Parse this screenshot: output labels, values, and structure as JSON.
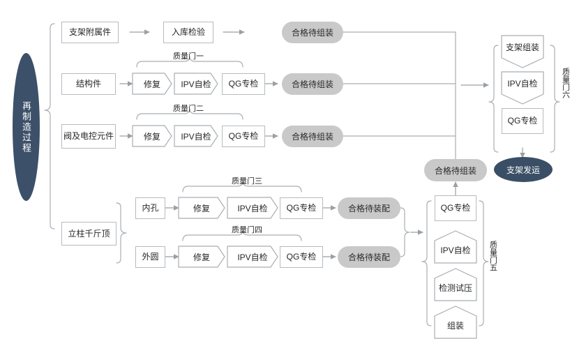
{
  "diagram": {
    "title_node": "再制造过程",
    "ship_node": "支架发运"
  },
  "nodes": {
    "r1_part": "支架附属件",
    "r1_check": "入库检验",
    "r1_pill": "合格待组装",
    "r2_part": "结构件",
    "r2_repair": "修复",
    "r2_ipv": "IPV自检",
    "r2_qg": "QG专检",
    "r2_pill": "合格待组装",
    "r3_part": "阀及电控元件",
    "r3_repair": "修复",
    "r3_ipv": "IPV自检",
    "r3_qg": "QG专检",
    "r3_pill": "合格待组装",
    "r4_part": "立柱千斤顶",
    "r4_inner": "内孔",
    "r4_repair": "修复",
    "r4_ipv": "IPV自检",
    "r4_qg": "QG专检",
    "r4_pill": "合格待装配",
    "r5_outer": "外圆",
    "r5_repair": "修复",
    "r5_ipv": "IPV自检",
    "r5_qg": "QG专检",
    "r5_pill": "合格待装配",
    "mid_pill": "合格待组装",
    "asm_top": "支架组装",
    "asm_ipv": "IPV自检",
    "asm_qg": "QG专检",
    "cyl_qg": "QG专检",
    "cyl_ipv": "IPV自检",
    "cyl_test": "检测试压",
    "cyl_assy": "组装"
  },
  "gates": {
    "gate1": "质量门一",
    "gate2": "质量门二",
    "gate3": "质量门三",
    "gate4": "质量门四",
    "gate5": "质量门五",
    "gate6": "质量门六"
  },
  "colors": {
    "dark_navy": "#3d5069",
    "pill_grey": "#c9c9c9",
    "box_border": "#b6bbbf",
    "wire": "#a9aeb2",
    "text": "#262626"
  }
}
